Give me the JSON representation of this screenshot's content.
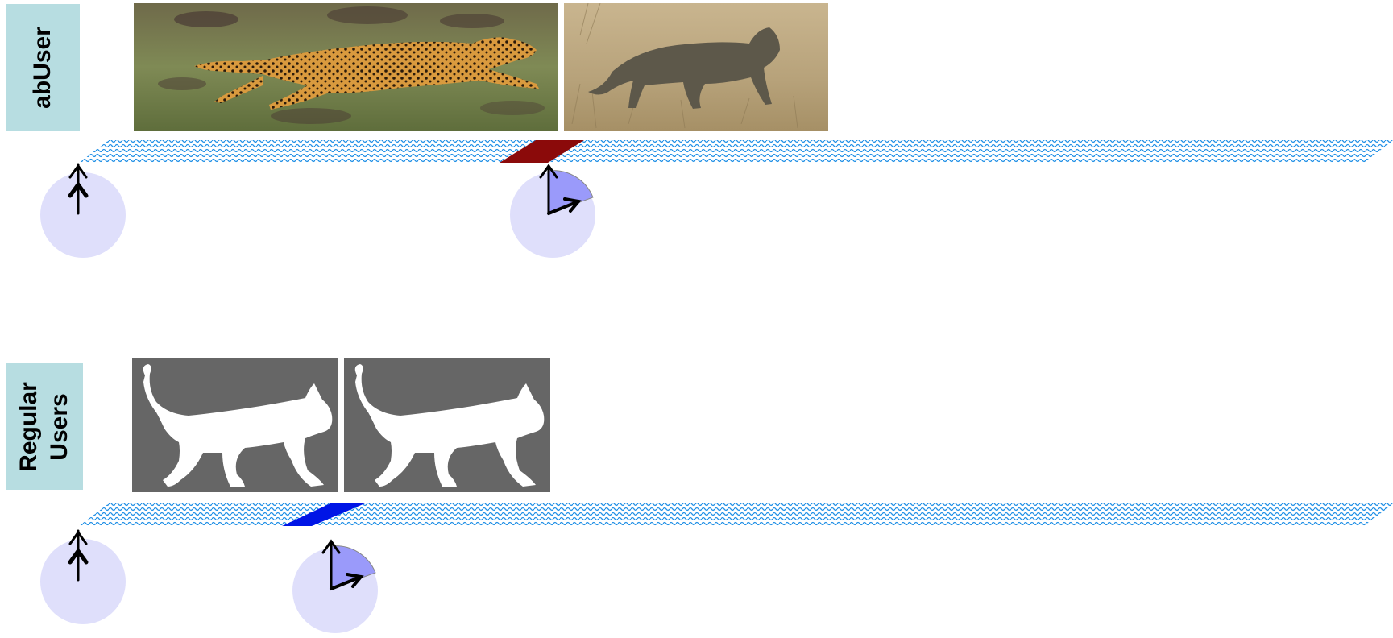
{
  "sections": {
    "top": {
      "label": "abUser"
    },
    "bottom": {
      "label": "Regular\nUsers"
    }
  },
  "images": {
    "top_left": "cheetah-running-photo",
    "top_right": "wild-cat-walking-photo",
    "bottom_left": "cat-silhouette",
    "bottom_right": "cat-silhouette"
  },
  "colors": {
    "label_bg": "#b7dde1",
    "strip_pattern": "#1f8fe6",
    "top_marker": "#8b0a0a",
    "bottom_marker": "#0015e6",
    "dial_bg": "#dfdffb",
    "dial_sector": "#9a9afa",
    "silhouette_bg": "#666666"
  },
  "icons": {
    "dial_aligned": "double-up-arrow-icon",
    "dial_rotated": "rotated-axes-arrow-icon"
  }
}
